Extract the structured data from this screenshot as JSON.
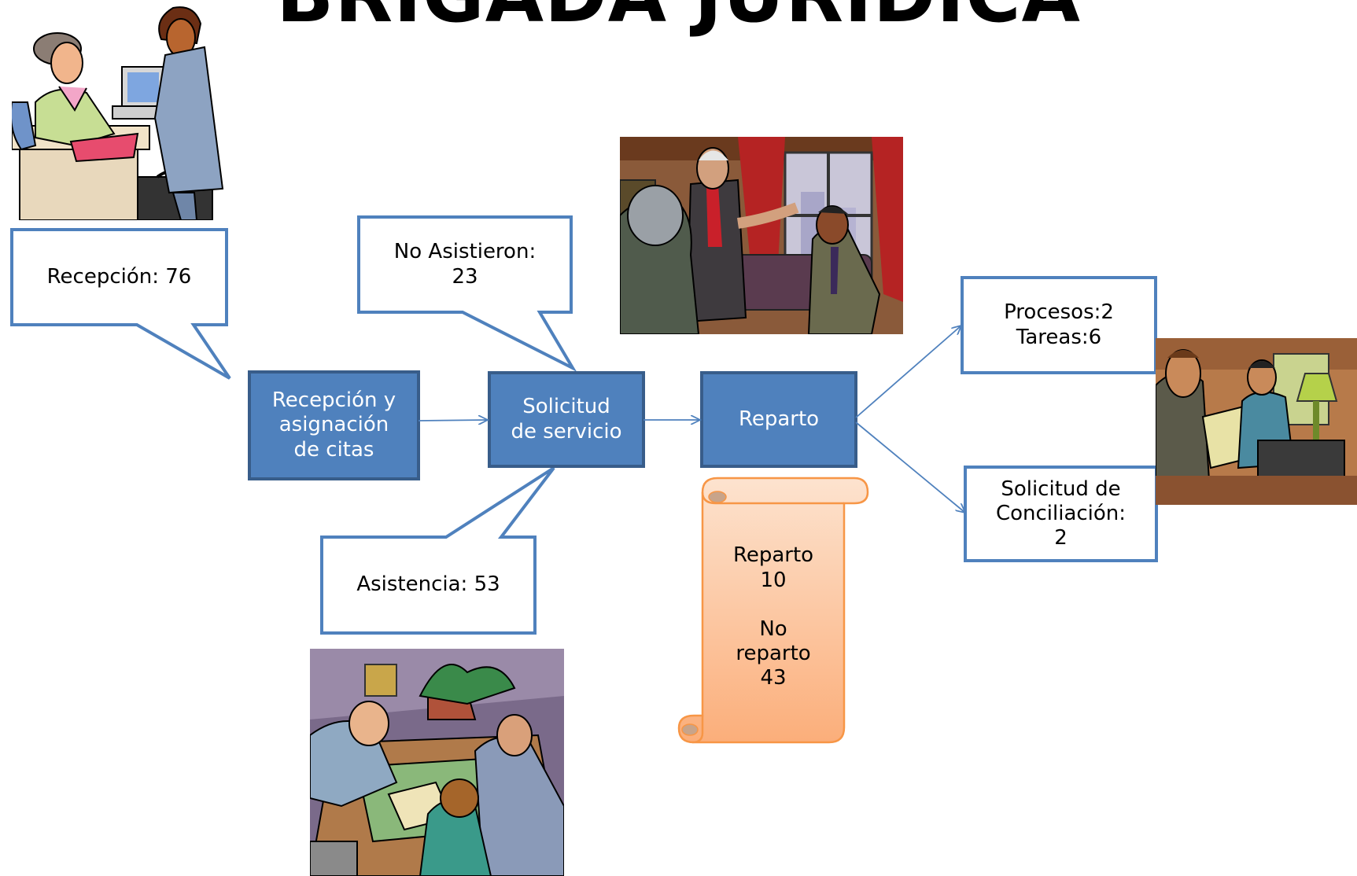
{
  "title": "BRIGADA JURIDICA",
  "nodes": {
    "recepcion": "Recepción y\nasignación\nde citas",
    "solicitud": "Solicitud\nde servicio",
    "reparto": "Reparto"
  },
  "callouts": {
    "recepcion": "Recepción: 76",
    "no_asistieron": "No Asistieron:\n23",
    "asistencia": "Asistencia: 53"
  },
  "outcomes": {
    "procesos": "Procesos:2\nTareas:6",
    "conciliacion": "Solicitud de\nConciliación:\n2"
  },
  "scroll": {
    "text": "Reparto\n10\n\nNo\nreparto\n43"
  },
  "colors": {
    "node_fill": "#4f81bd",
    "node_border": "#385d8a",
    "callout_border": "#4f81bd",
    "scroll_fill": "#fbb889",
    "scroll_border": "#f79646"
  },
  "images": [
    "receptionist-clipart",
    "meeting-clipart",
    "handshake-clipart",
    "desk-meeting-clipart"
  ]
}
